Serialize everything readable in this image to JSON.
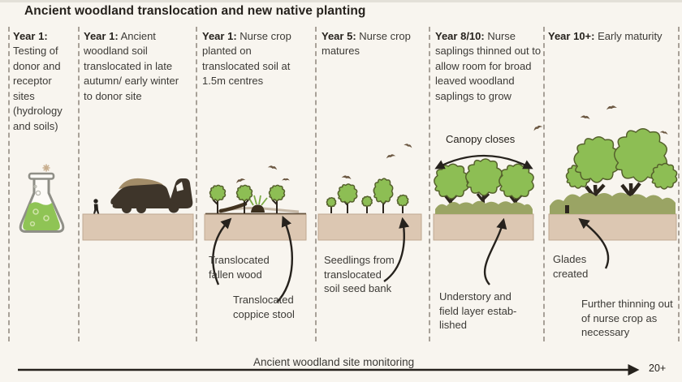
{
  "title": "Ancient woodland translocation and new native planting",
  "columns": [
    {
      "year": "Year 1:",
      "description": "Testing of donor and receptor sites (hydrology and soils)"
    },
    {
      "year": "Year 1:",
      "description": "Ancient woodland soil translocated in late autumn/ early winter to donor site"
    },
    {
      "year": "Year 1:",
      "description": "Nurse crop planted on translocated soil at 1.5m centres"
    },
    {
      "year": "Year 5:",
      "description": "Nurse crop matures"
    },
    {
      "year": "Year 8/10:",
      "description": "Nurse saplings thinned out to allow room for broad leaved woodland saplings to grow"
    },
    {
      "year": "Year 10+:",
      "description": "Early maturity"
    }
  ],
  "annotations": {
    "canopy_closes": "Canopy closes",
    "fallen_wood": "Translocated fallen wood",
    "coppice_stool": "Translocated coppice stool",
    "seedlings": "Seedlings from translocated soil seed bank",
    "understory": "Understory and field layer estab-lished",
    "glades": "Glades created",
    "further_thinning": "Further thinning out of nurse crop as necessary"
  },
  "timeline": {
    "label": "Ancient woodland site monitoring",
    "end_label": "20+"
  },
  "icons": {
    "flask": "conical-flask-with-green-sample",
    "truck": "dump-truck-carrying-soil",
    "person": "person-silhouette",
    "bird": "flying-bird",
    "tree": "broadleaf-tree",
    "stump": "cut-stump",
    "soil": "translocated-soil-block"
  },
  "colors": {
    "bg": "#f8f5ef",
    "ink": "#26221d",
    "text": "#3c3a36",
    "dash": "#a8a198",
    "soil": "#dcc7b2",
    "soil-border": "#bfa992",
    "foliage": "#8dbe54",
    "foliage-dark": "#55602c",
    "understory": "#9aa464",
    "trunk": "#2d261e",
    "dark-brown": "#3e352a",
    "load": "#a28c68",
    "flask-green": "#8fc455",
    "flask-outline": "#8f8f87",
    "bird": "#6b5741",
    "sparkle": "#c8ae8e"
  }
}
